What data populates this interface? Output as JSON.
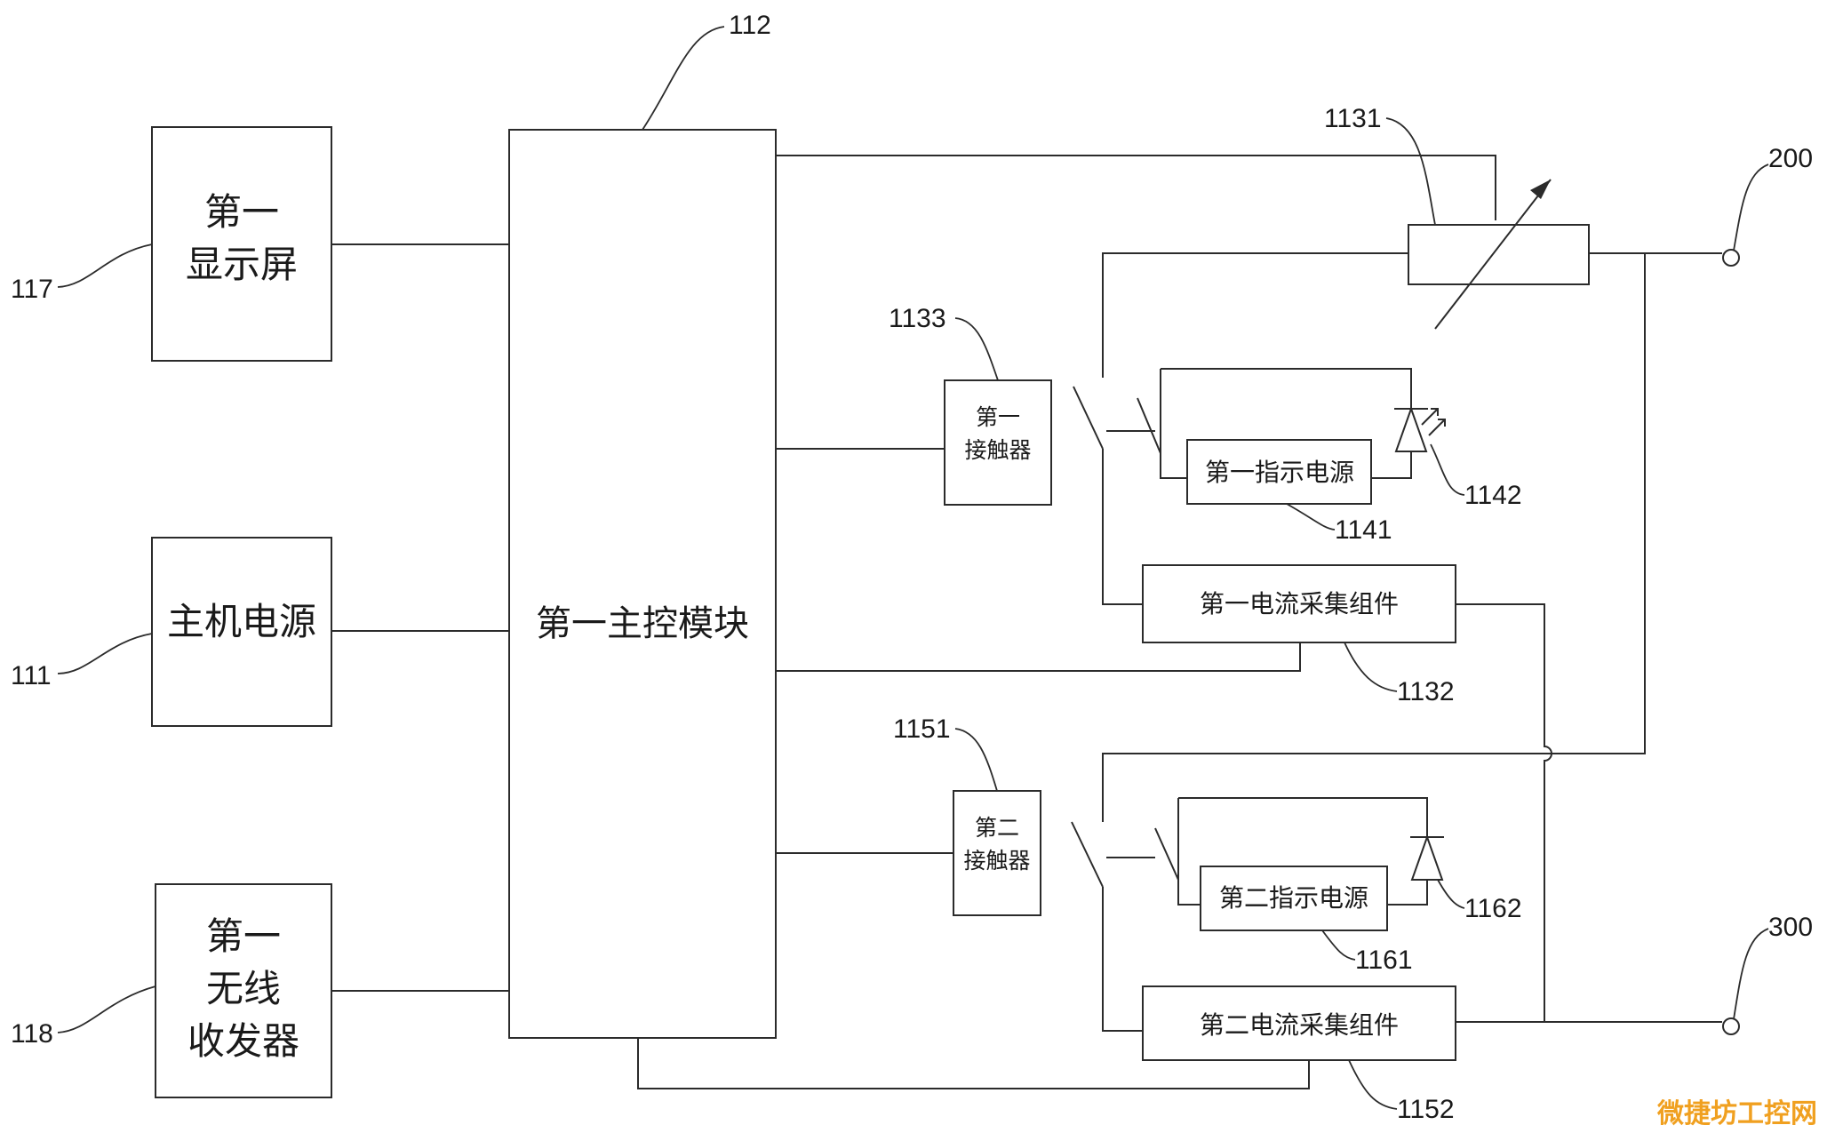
{
  "blocks": {
    "display": {
      "lines": [
        "第一",
        "显示屏"
      ]
    },
    "power": {
      "lines": [
        "主机电源"
      ]
    },
    "wireless": {
      "lines": [
        "第一",
        "无线",
        "收发器"
      ]
    },
    "main_ctrl": {
      "lines": [
        "第一主控模块"
      ]
    },
    "contactor1": {
      "lines": [
        "第一",
        "接触器"
      ]
    },
    "contactor2": {
      "lines": [
        "第二",
        "接触器"
      ]
    },
    "ind_power1": {
      "lines": [
        "第一指示电源"
      ]
    },
    "ind_power2": {
      "lines": [
        "第二指示电源"
      ]
    },
    "cur_collect1": {
      "lines": [
        "第一电流采集组件"
      ]
    },
    "cur_collect2": {
      "lines": [
        "第二电流采集组件"
      ]
    }
  },
  "labels": {
    "l112": "112",
    "l117": "117",
    "l111": "111",
    "l118": "118",
    "l1131": "1131",
    "l1133": "1133",
    "l1141": "1141",
    "l1142": "1142",
    "l1132": "1132",
    "l1151": "1151",
    "l1161": "1161",
    "l1162": "1162",
    "l1152": "1152",
    "l200": "200",
    "l300": "300"
  },
  "watermark": {
    "text": "微捷坊工控网"
  },
  "colors": {
    "line": "#2b2b2b",
    "text": "#1a1a1a",
    "watermark": "#f0a020"
  }
}
